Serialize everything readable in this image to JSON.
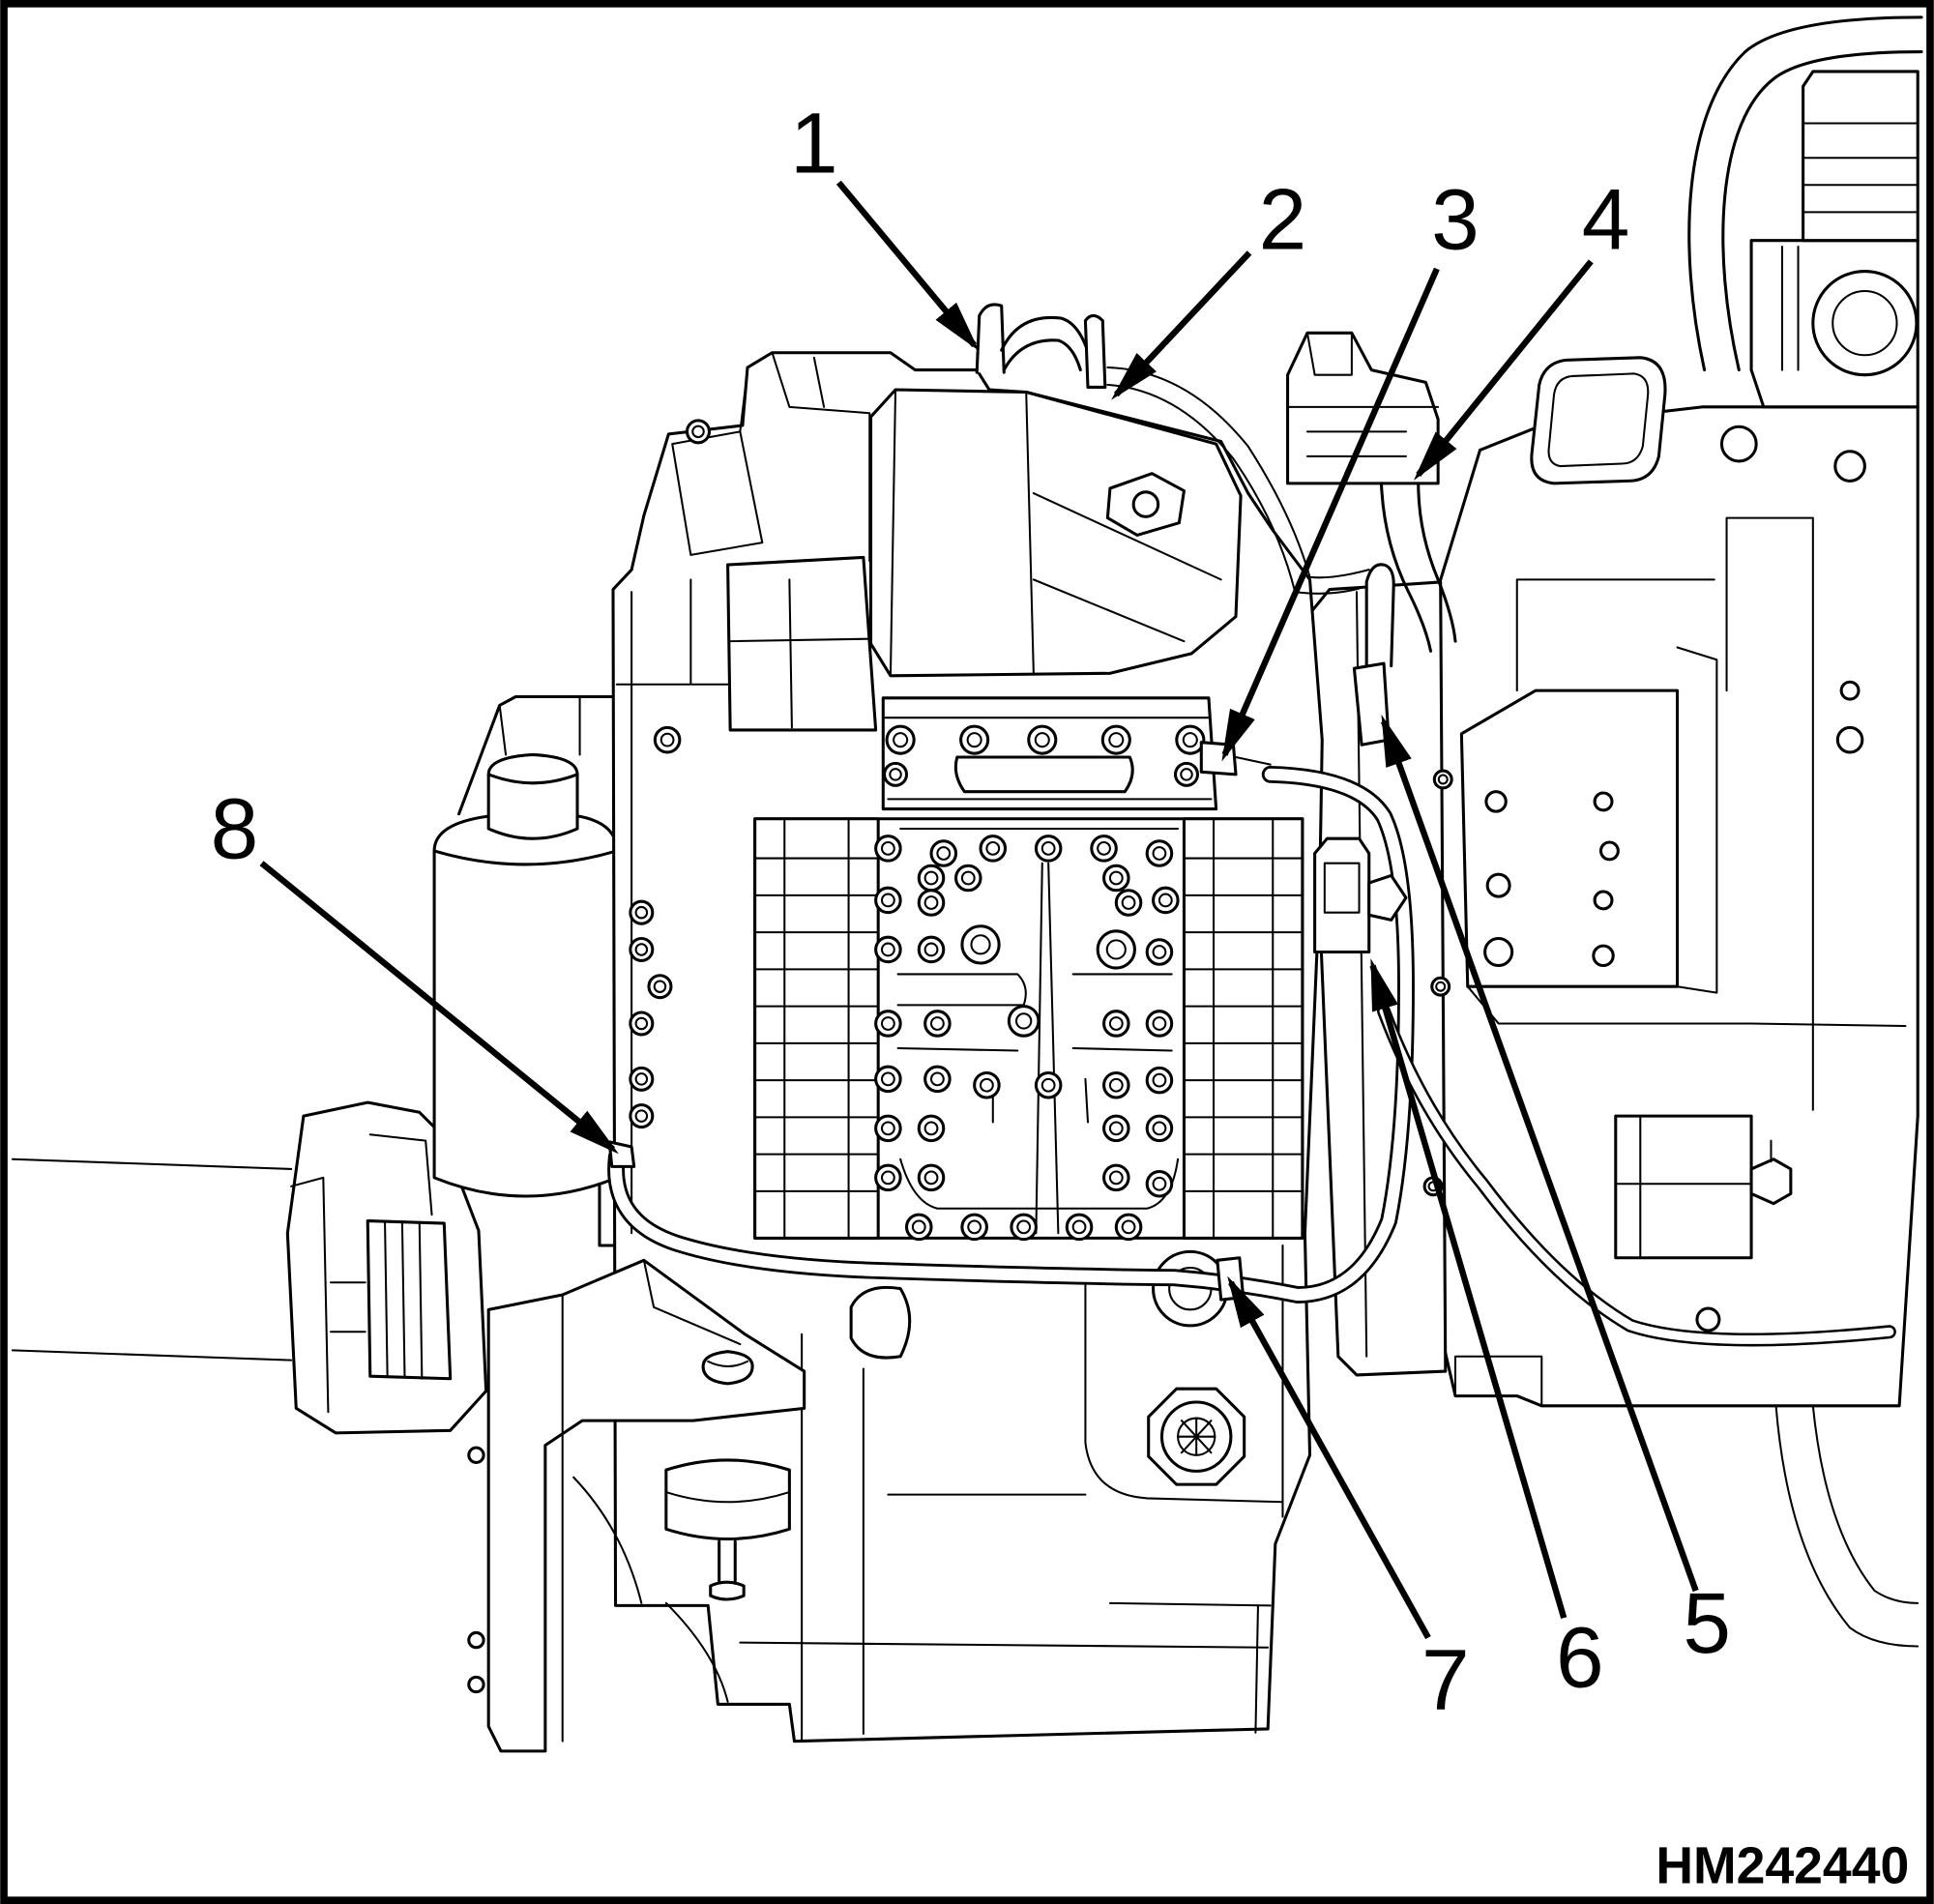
{
  "figure_id": "HM242440",
  "callouts": [
    "1",
    "2",
    "3",
    "4",
    "5",
    "6",
    "7",
    "8"
  ],
  "colors": {
    "line": "#000000",
    "background": "#ffffff"
  }
}
